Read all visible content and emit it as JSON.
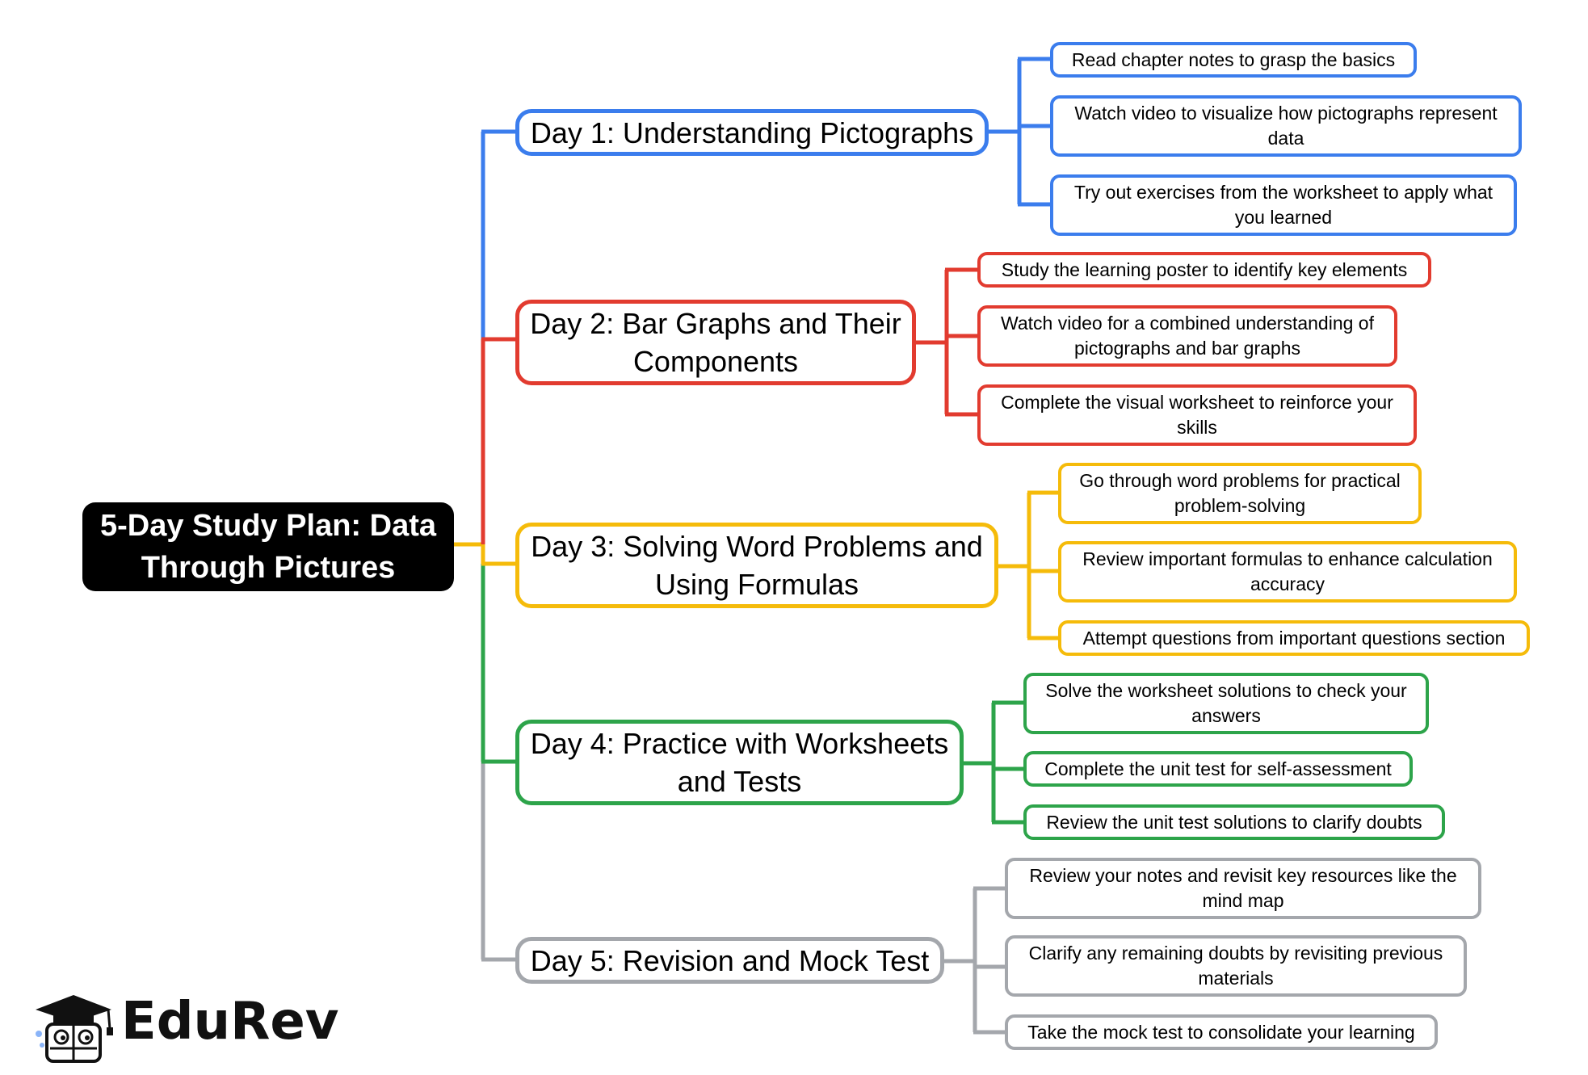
{
  "root": {
    "title": "5-Day Study Plan: Data Through Pictures"
  },
  "colors": {
    "day1": "#3b7ded",
    "day2": "#e23b2f",
    "day3": "#f5bb0a",
    "day4": "#2da44a",
    "day5": "#a4a7ac",
    "root_bg": "#000000"
  },
  "days": [
    {
      "title": "Day 1: Understanding Pictographs",
      "tasks": [
        "Read chapter notes to grasp the basics",
        "Watch video to visualize how pictographs represent data",
        "Try out exercises from the worksheet to apply what you learned"
      ]
    },
    {
      "title": "Day 2: Bar Graphs and Their Components",
      "tasks": [
        "Study the learning poster to identify key elements",
        "Watch video for a combined understanding of pictographs and bar graphs",
        "Complete the visual worksheet to reinforce your skills"
      ]
    },
    {
      "title": "Day 3: Solving Word Problems and Using Formulas",
      "tasks": [
        "Go through word problems for practical problem-solving",
        "Review important formulas to enhance calculation accuracy",
        "Attempt questions from important questions section"
      ]
    },
    {
      "title": "Day 4: Practice with Worksheets and Tests",
      "tasks": [
        "Solve the worksheet solutions to check your answers",
        "Complete the unit test for self-assessment",
        "Review the unit test solutions to clarify doubts"
      ]
    },
    {
      "title": "Day 5: Revision and Mock Test",
      "tasks": [
        "Review your notes and revisit key resources like the mind map",
        "Clarify any remaining doubts by revisiting previous materials",
        "Take the mock test to consolidate your learning"
      ]
    }
  ],
  "brand": {
    "name": "EduRev",
    "icon": "graduation-cap-logo-icon"
  }
}
